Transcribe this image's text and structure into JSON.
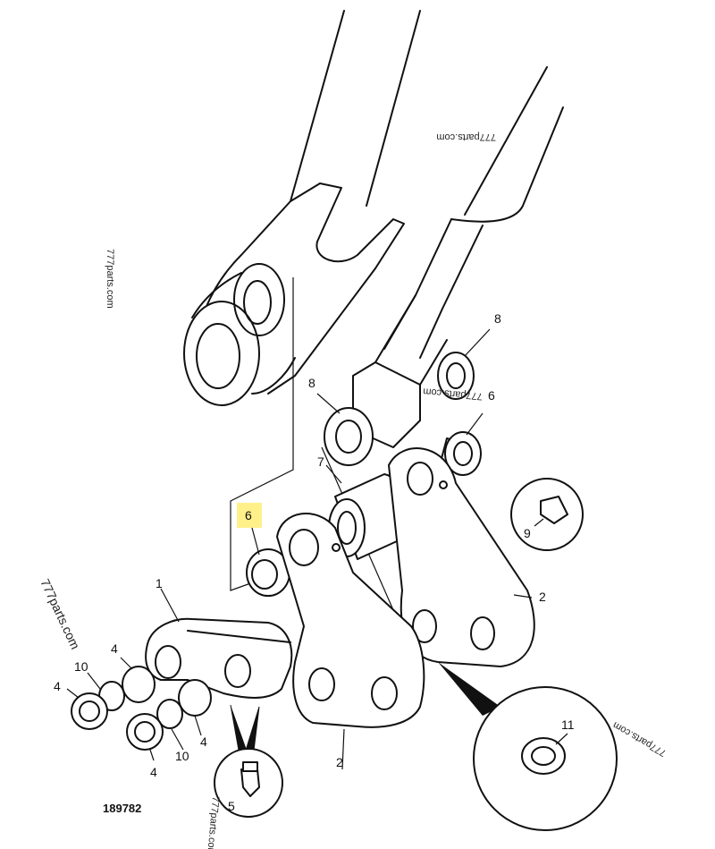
{
  "callouts": [
    {
      "id": "c1",
      "text": "1"
    },
    {
      "id": "c2a",
      "text": "2"
    },
    {
      "id": "c2b",
      "text": "2"
    },
    {
      "id": "c4a",
      "text": "4"
    },
    {
      "id": "c4b",
      "text": "4"
    },
    {
      "id": "c4c",
      "text": "4"
    },
    {
      "id": "c4d",
      "text": "4"
    },
    {
      "id": "c5",
      "text": "5"
    },
    {
      "id": "c6a",
      "text": "6"
    },
    {
      "id": "c6b",
      "text": "6"
    },
    {
      "id": "c7",
      "text": "7"
    },
    {
      "id": "c8a",
      "text": "8"
    },
    {
      "id": "c8b",
      "text": "8"
    },
    {
      "id": "c9",
      "text": "9"
    },
    {
      "id": "c10a",
      "text": "10"
    },
    {
      "id": "c10b",
      "text": "10"
    },
    {
      "id": "c11",
      "text": "11"
    }
  ],
  "highlight": {
    "callout": "c6a",
    "color": "#fff08a"
  },
  "watermarks": [
    "777parts.com",
    "777parts.com",
    "777parts.com",
    "777parts.com",
    "777parts.com"
  ],
  "reference_number": "189782"
}
